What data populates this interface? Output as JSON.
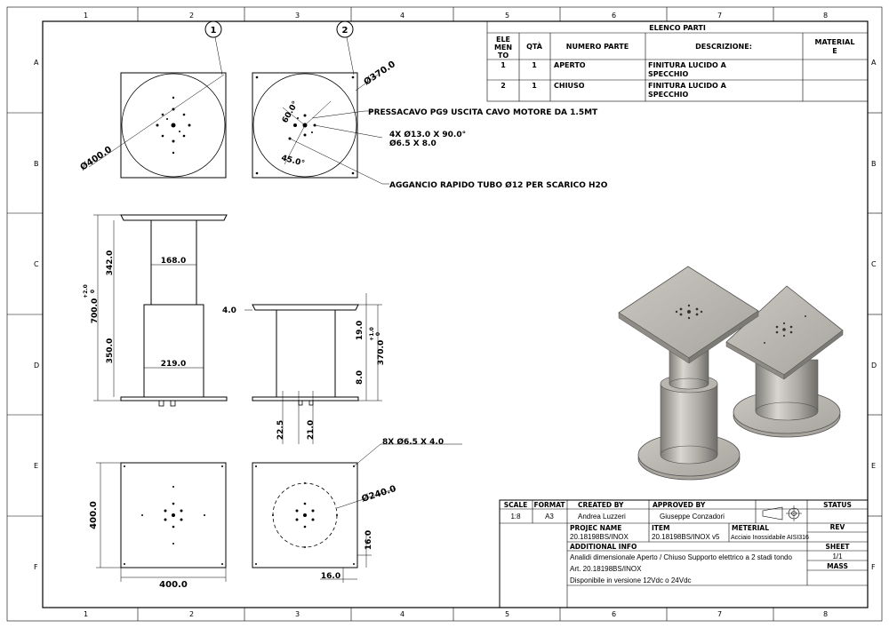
{
  "grid": {
    "columns": [
      "1",
      "2",
      "3",
      "4",
      "5",
      "6",
      "7",
      "8"
    ],
    "rows": [
      "A",
      "B",
      "C",
      "D",
      "E",
      "F"
    ]
  },
  "balloons": [
    "1",
    "2"
  ],
  "parts_list": {
    "title": "ELENCO PARTI",
    "headers": {
      "item_line1": "ELE",
      "item_line2": "MEN",
      "item_line3": "TO",
      "qty": "QTÀ",
      "part_number": "NUMERO PARTE",
      "description": "DESCRIZIONE:",
      "material_line1": "MATERIAL",
      "material_line2": "E"
    },
    "rows": [
      {
        "item": "1",
        "qty": "1",
        "part": "APERTO",
        "desc1": "FINITURA LUCIDO A",
        "desc2": "SPECCHIO"
      },
      {
        "item": "2",
        "qty": "1",
        "part": "CHIUSO",
        "desc1": "FINITURA LUCIDO A",
        "desc2": "SPECCHIO"
      }
    ]
  },
  "dimensions": {
    "d400": "Ø400.0",
    "d370": "Ø370.0",
    "a60": "60.0°",
    "a45": "45.0°",
    "holes4_1": "4X Ø13.0 X 90.0°",
    "holes4_2": "Ø6.5 X 8.0",
    "d168": "168.0",
    "d219": "219.0",
    "d342": "342.0",
    "d350": "350.0",
    "d700": "700.0",
    "d700tol": "+2.0",
    "d700tol2": "0",
    "d4": "4.0",
    "d19": "19.0",
    "d8": "8.0",
    "d370h": "370.0",
    "d370tol": "+1.0",
    "d370tol2": "0",
    "d22": "22.5",
    "d21": "21.0",
    "holes8": "8X Ø6.5 X 4.0",
    "d240": "Ø240.0",
    "d400v": "400.0",
    "d400h": "400.0",
    "d16v": "16.0",
    "d16h": "16.0"
  },
  "notes": {
    "note1": "PRESSACAVO PG9 USCITA CAVO MOTORE DA 1.5MT",
    "note2": "AGGANCIO RAPIDO TUBO Ø12 PER SCARICO H2O"
  },
  "title_block": {
    "scale_label": "SCALE",
    "scale": "1:8",
    "format_label": "FORMAT",
    "format": "A3",
    "created_label": "CREATED BY",
    "created": "Andrea Luzzeri",
    "approved_label": "APPROVED BY",
    "approved": "Giuseppe Conzadori",
    "status_label": "STATUS",
    "project_label": "PROJEC NAME",
    "project": "20.18198BS/INOX",
    "item_label": "ITEM",
    "item": "20.18198BS/INOX v5",
    "material_label": "METERIAL",
    "material": "Acciaio Inossidabile AISI316",
    "rev_label": "REV",
    "info_label": "ADDITIONAL INFO",
    "info1": "Analidi dimensionale Aperto / Chiuso Supporto elettrico a 2 stadi tondo",
    "info2": "Art. 20.18198BS/INOX",
    "info3": "Disponibile in versione 12Vdc o 24Vdc",
    "sheet_label": "SHEET",
    "sheet": "1/1",
    "mass_label": "MASS"
  },
  "colors": {
    "line": "#000000",
    "metal": "#b8b6ae",
    "metal_dark": "#8e8c85",
    "background": "#ffffff"
  }
}
